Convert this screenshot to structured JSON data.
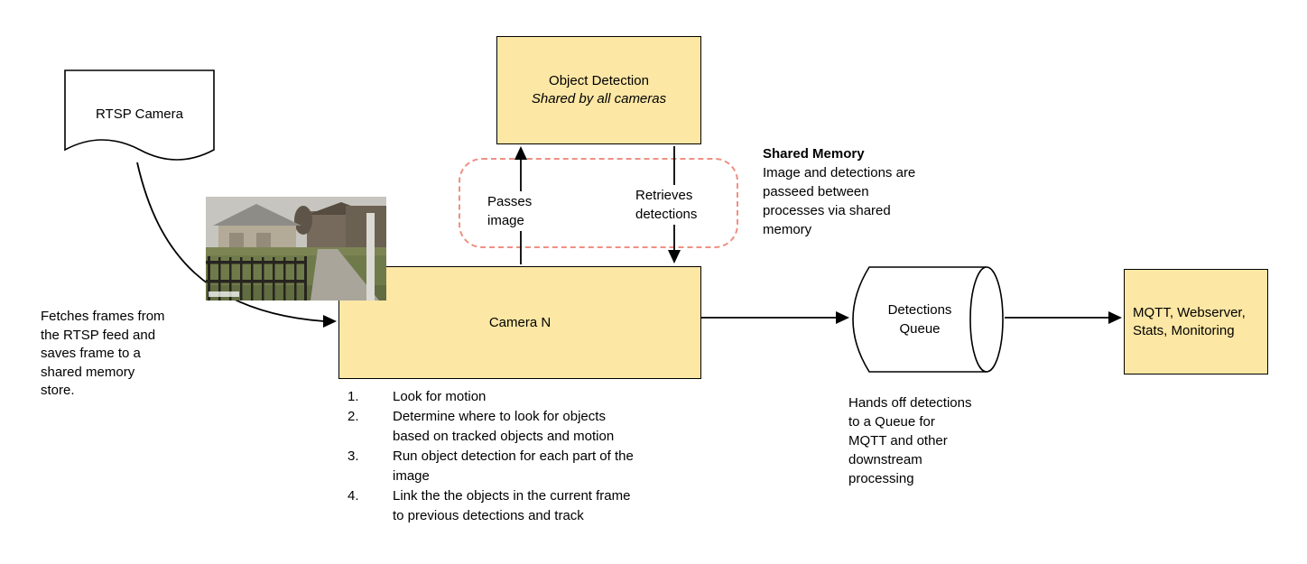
{
  "colors": {
    "node_fill": "#FCE7A4",
    "node_border": "#000000",
    "dashed_region": "#EE9084",
    "connector": "#000000",
    "background": "#FFFFFF"
  },
  "nodes": {
    "rtsp_camera": {
      "label": "RTSP Camera"
    },
    "object_detection": {
      "title": "Object Detection",
      "subtitle": "Shared by all cameras"
    },
    "camera_n": {
      "label": "Camera N"
    },
    "detections_queue": {
      "label": "Detections\nQueue"
    },
    "outputs": {
      "label": "MQTT, Webserver,\nStats, Monitoring"
    }
  },
  "edge_labels": {
    "passes_image": "Passes\nimage",
    "retrieves_detections": "Retrieves\ndetections"
  },
  "annotations": {
    "fetches_frames": "Fetches frames from\nthe RTSP feed and\nsaves frame to a\nshared memory\nstore.",
    "shared_memory_title": "Shared Memory",
    "shared_memory_body": "Image and detections are\npasseed between\nprocesses via shared\nmemory",
    "hands_off": "Hands off detections\nto a Queue for\nMQTT and other\ndownstream\nprocessing"
  },
  "camera_steps": [
    {
      "num": "1.",
      "text": "Look for motion"
    },
    {
      "num": "2.",
      "text": "Determine where to look for objects\nbased on tracked objects and motion"
    },
    {
      "num": "3.",
      "text": "Run object detection for each part of the\nimage"
    },
    {
      "num": "4.",
      "text": "Link the the objects in the current frame\nto previous detections and track"
    }
  ]
}
